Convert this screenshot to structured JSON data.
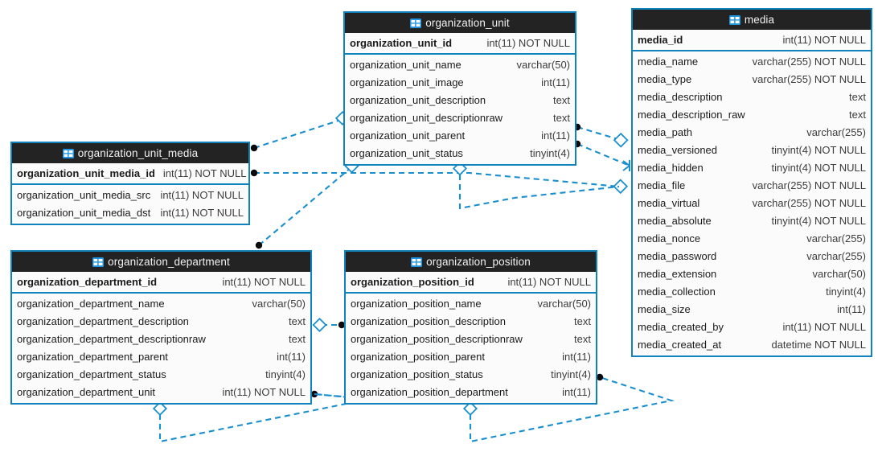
{
  "diagram": {
    "title": "database-er-diagram",
    "accent_color": "#1082be",
    "header_bg": "#232323",
    "row_bg": "#fbfbfb",
    "edge_color": "#1a8fd0",
    "icon_name": "table-icon"
  },
  "tables": [
    {
      "id": "organization_unit",
      "name": "organization_unit",
      "primary_key": {
        "column": "organization_unit_id",
        "type": "int(11) NOT NULL"
      },
      "columns": [
        {
          "column": "organization_unit_name",
          "type": "varchar(50)"
        },
        {
          "column": "organization_unit_image",
          "type": "int(11)"
        },
        {
          "column": "organization_unit_description",
          "type": "text"
        },
        {
          "column": "organization_unit_descriptionraw",
          "type": "text"
        },
        {
          "column": "organization_unit_parent",
          "type": "int(11)"
        },
        {
          "column": "organization_unit_status",
          "type": "tinyint(4)"
        }
      ]
    },
    {
      "id": "media",
      "name": "media",
      "primary_key": {
        "column": "media_id",
        "type": "int(11) NOT NULL"
      },
      "columns": [
        {
          "column": "media_name",
          "type": "varchar(255) NOT NULL"
        },
        {
          "column": "media_type",
          "type": "varchar(255) NOT NULL"
        },
        {
          "column": "media_description",
          "type": "text"
        },
        {
          "column": "media_description_raw",
          "type": "text"
        },
        {
          "column": "media_path",
          "type": "varchar(255)"
        },
        {
          "column": "media_versioned",
          "type": "tinyint(4) NOT NULL"
        },
        {
          "column": "media_hidden",
          "type": "tinyint(4) NOT NULL"
        },
        {
          "column": "media_file",
          "type": "varchar(255) NOT NULL"
        },
        {
          "column": "media_virtual",
          "type": "varchar(255) NOT NULL"
        },
        {
          "column": "media_absolute",
          "type": "tinyint(4) NOT NULL"
        },
        {
          "column": "media_nonce",
          "type": "varchar(255)"
        },
        {
          "column": "media_password",
          "type": "varchar(255)"
        },
        {
          "column": "media_extension",
          "type": "varchar(50)"
        },
        {
          "column": "media_collection",
          "type": "tinyint(4)"
        },
        {
          "column": "media_size",
          "type": "int(11)"
        },
        {
          "column": "media_created_by",
          "type": "int(11) NOT NULL"
        },
        {
          "column": "media_created_at",
          "type": "datetime NOT NULL"
        }
      ]
    },
    {
      "id": "organization_unit_media",
      "name": "organization_unit_media",
      "primary_key": {
        "column": "organization_unit_media_id",
        "type": "int(11) NOT NULL"
      },
      "columns": [
        {
          "column": "organization_unit_media_src",
          "type": "int(11) NOT NULL"
        },
        {
          "column": "organization_unit_media_dst",
          "type": "int(11) NOT NULL"
        }
      ]
    },
    {
      "id": "organization_department",
      "name": "organization_department",
      "primary_key": {
        "column": "organization_department_id",
        "type": "int(11) NOT NULL"
      },
      "columns": [
        {
          "column": "organization_department_name",
          "type": "varchar(50)"
        },
        {
          "column": "organization_department_description",
          "type": "text"
        },
        {
          "column": "organization_department_descriptionraw",
          "type": "text"
        },
        {
          "column": "organization_department_parent",
          "type": "int(11)"
        },
        {
          "column": "organization_department_status",
          "type": "tinyint(4)"
        },
        {
          "column": "organization_department_unit",
          "type": "int(11) NOT NULL"
        }
      ]
    },
    {
      "id": "organization_position",
      "name": "organization_position",
      "primary_key": {
        "column": "organization_position_id",
        "type": "int(11) NOT NULL"
      },
      "columns": [
        {
          "column": "organization_position_name",
          "type": "varchar(50)"
        },
        {
          "column": "organization_position_description",
          "type": "text"
        },
        {
          "column": "organization_position_descriptionraw",
          "type": "text"
        },
        {
          "column": "organization_position_parent",
          "type": "int(11)"
        },
        {
          "column": "organization_position_status",
          "type": "tinyint(4)"
        },
        {
          "column": "organization_position_department",
          "type": "int(11)"
        }
      ]
    }
  ],
  "relationships": [
    {
      "id": "rel-oum-to-ou",
      "from": "organization_unit_media",
      "to": "organization_unit"
    },
    {
      "id": "rel-oum-to-media",
      "from": "organization_unit_media",
      "to": "media"
    },
    {
      "id": "rel-ou-image-media",
      "from": "organization_unit",
      "to": "media"
    },
    {
      "id": "rel-ou-parent-media",
      "from": "organization_unit",
      "to": "media"
    },
    {
      "id": "rel-od-to-ou",
      "from": "organization_department",
      "to": "organization_unit"
    },
    {
      "id": "rel-od-to-op",
      "from": "organization_department",
      "to": "organization_position"
    },
    {
      "id": "rel-od-self-parent",
      "from": "organization_department",
      "to": "organization_department"
    },
    {
      "id": "rel-op-self-parent",
      "from": "organization_position",
      "to": "organization_position"
    },
    {
      "id": "rel-op-to-od",
      "from": "organization_position",
      "to": "organization_department"
    }
  ]
}
